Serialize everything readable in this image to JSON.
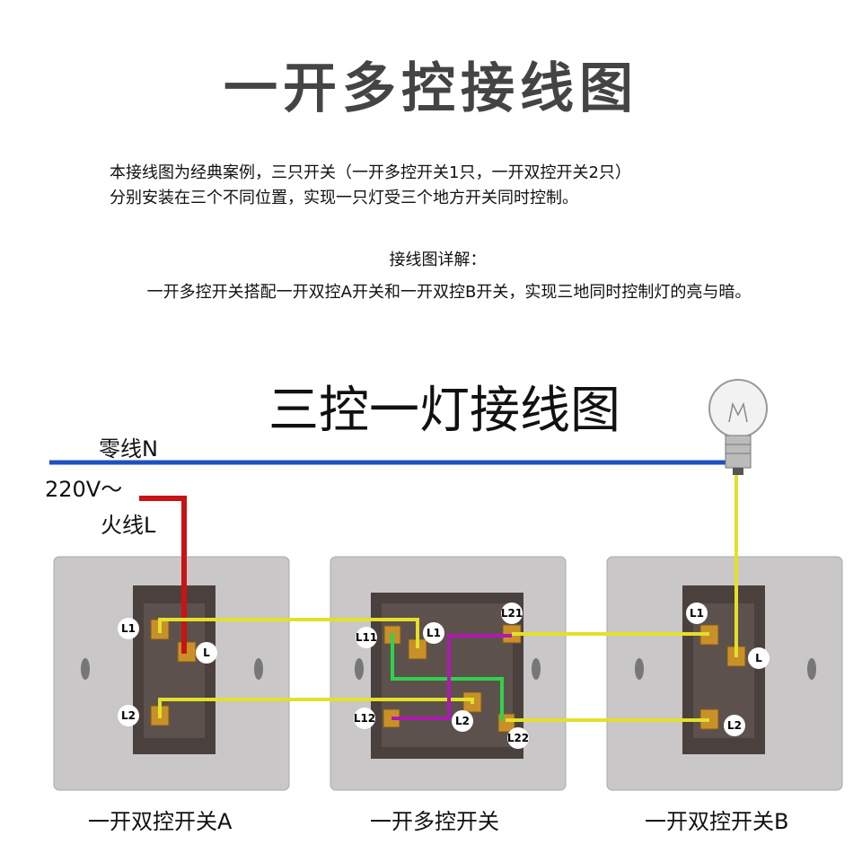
{
  "title": "一开多控接线图",
  "intro": [
    "本接线图为经典案例，三只开关（一开多控开关1只，一开双控开关2只）",
    "分别安装在三个不同位置，实现一只灯受三个地方开关同时控制。"
  ],
  "detail_heading": "接线图详解：",
  "detail_text": "一开多控开关搭配一开双控A开关和一开双控B开关，实现三地同时控制灯的亮与暗。",
  "diagram": {
    "title": "三控一灯接线图",
    "neutral_label": "零线N",
    "voltage_label": "220V～",
    "live_label": "火线L",
    "switch_a": {
      "name": "一开双控开关A",
      "terminals": [
        "L1",
        "L",
        "L2"
      ]
    },
    "switch_multi": {
      "name": "一开多控开关",
      "terminals": [
        "L11",
        "L1",
        "L21",
        "L12",
        "L2",
        "L22"
      ]
    },
    "switch_b": {
      "name": "一开双控开关B",
      "terminals": [
        "L1",
        "L",
        "L2"
      ]
    },
    "colors": {
      "neutral": "#1e4fc2",
      "live": "#c81414",
      "switched": "#e3e02a",
      "green": "#2fd24a",
      "purple": "#b018b0"
    }
  }
}
